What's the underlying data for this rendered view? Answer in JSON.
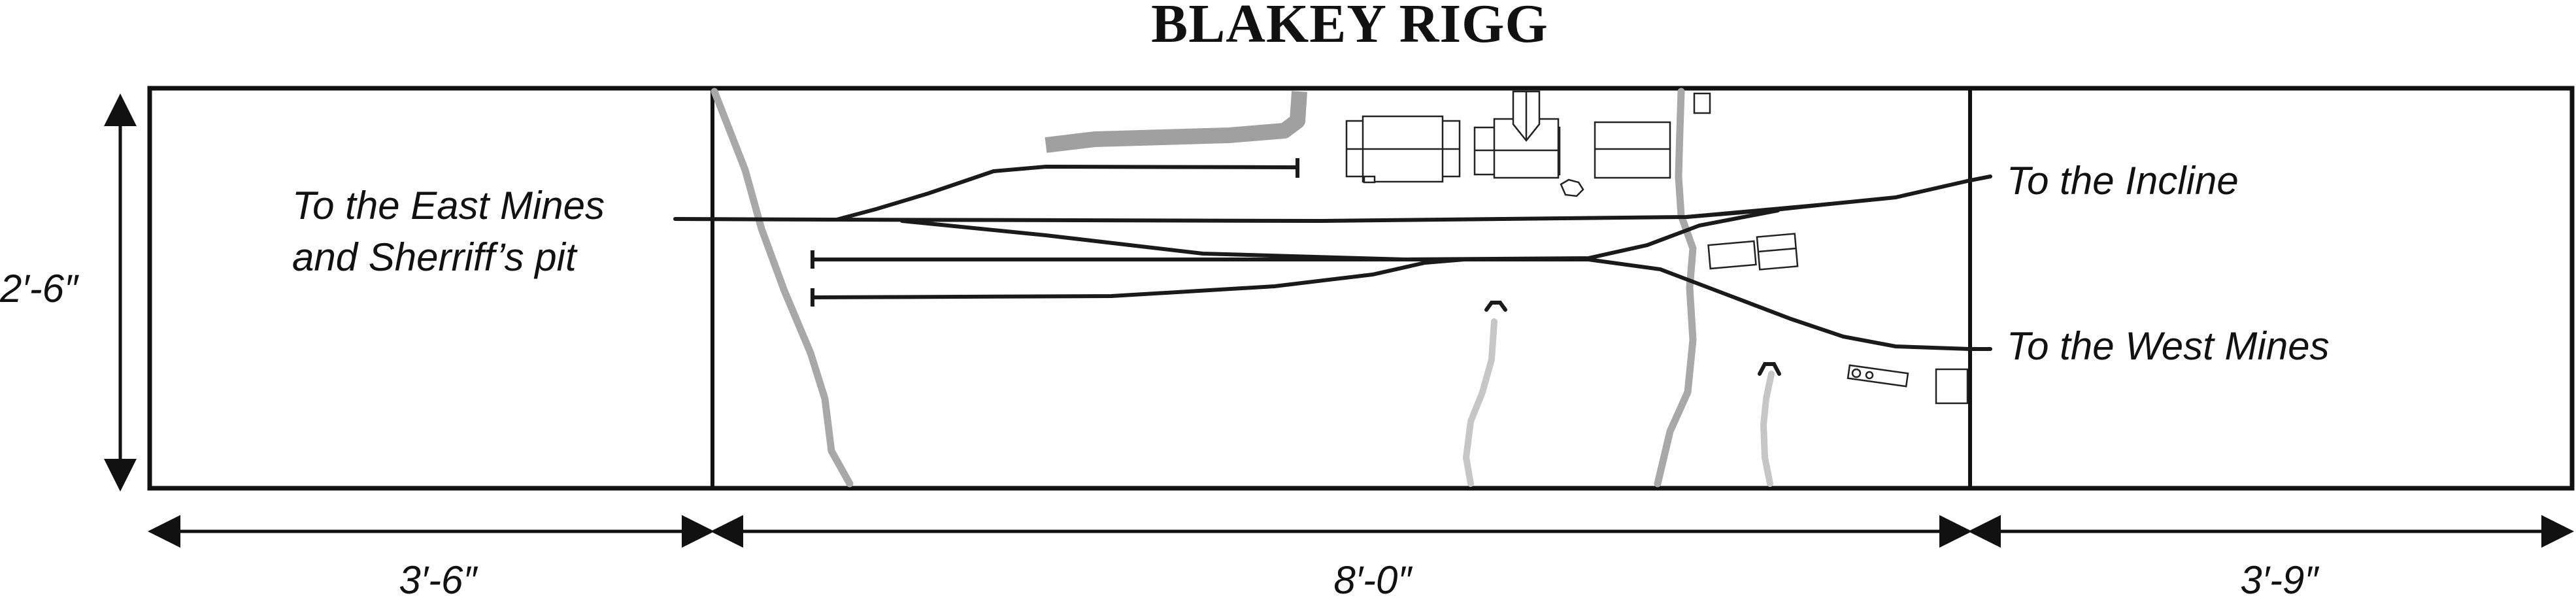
{
  "title": "BLAKEY RIGG",
  "labels": {
    "east_mines_line1": "To the East Mines",
    "east_mines_line2": "and Sherriff’s pit",
    "incline": "To the Incline",
    "west_mines": "To the West Mines"
  },
  "dimensions": {
    "height": "2′-6″",
    "left_section": "3′-6″",
    "middle_section": "8′-0″",
    "right_section": "3′-9″"
  },
  "colors": {
    "track": "#1a1a1a",
    "road": "#a8a8a8",
    "stream": "#c6c6c6"
  }
}
